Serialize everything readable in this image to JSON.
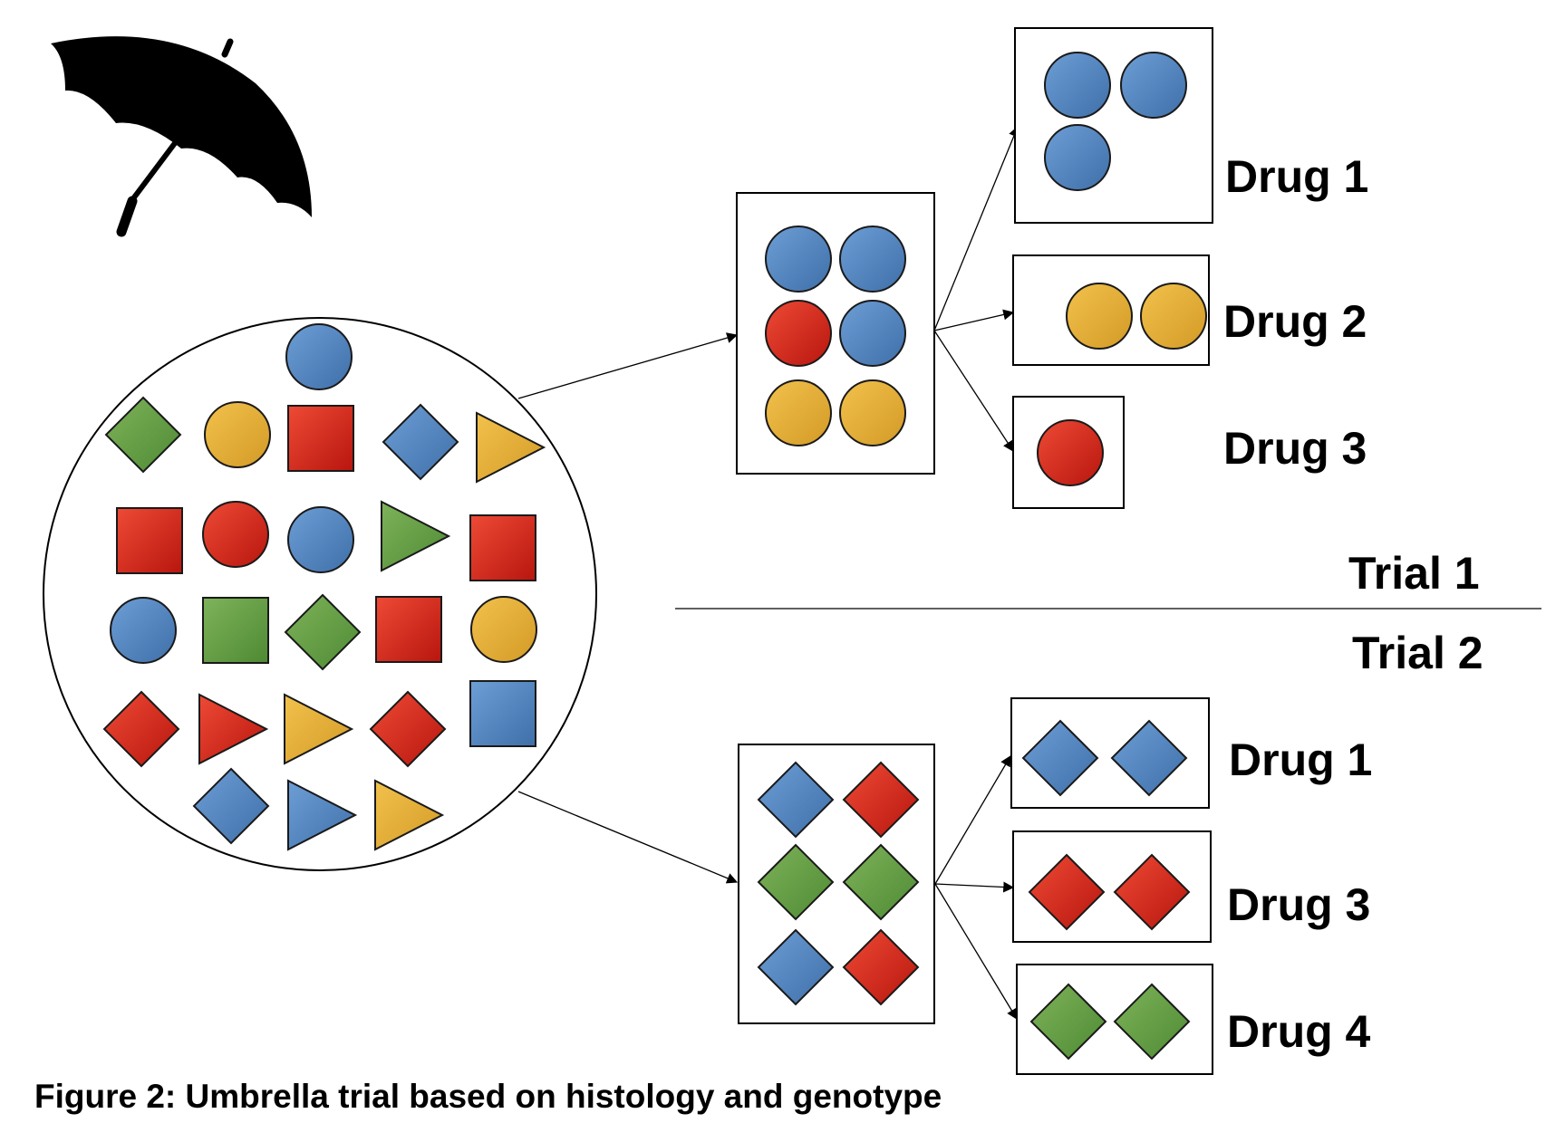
{
  "caption": "Figure 2: Umbrella trial based on histology and genotype",
  "colors": {
    "blue": [
      "#6e9ed6",
      "#3f6fa8"
    ],
    "red": [
      "#ee4a36",
      "#b8160e"
    ],
    "yellow": [
      "#f2c24c",
      "#d39a26"
    ],
    "green": [
      "#7eb35a",
      "#4e8a33"
    ]
  },
  "icons": {
    "umbrella": "umbrella-icon"
  },
  "trial1": {
    "label": "Trial 1",
    "pool": [
      "blue-circle",
      "blue-circle",
      "red-circle",
      "blue-circle",
      "yellow-circle",
      "yellow-circle"
    ],
    "arms": [
      {
        "label": "Drug 1",
        "shapes": [
          "blue-circle",
          "blue-circle",
          "blue-circle"
        ]
      },
      {
        "label": "Drug 2",
        "shapes": [
          "yellow-circle",
          "yellow-circle"
        ]
      },
      {
        "label": "Drug 3",
        "shapes": [
          "red-circle"
        ]
      }
    ]
  },
  "trial2": {
    "label": "Trial 2",
    "pool": [
      "blue-diamond",
      "red-diamond",
      "green-diamond",
      "green-diamond",
      "blue-diamond",
      "red-diamond"
    ],
    "arms": [
      {
        "label": "Drug 1",
        "shapes": [
          "blue-diamond",
          "blue-diamond"
        ]
      },
      {
        "label": "Drug 3",
        "shapes": [
          "red-diamond",
          "red-diamond"
        ]
      },
      {
        "label": "Drug 4",
        "shapes": [
          "green-diamond",
          "green-diamond"
        ]
      }
    ]
  },
  "population": [
    "blue-circle",
    "green-diamond",
    "yellow-circle",
    "red-square",
    "blue-diamond",
    "yellow-triangle",
    "red-square",
    "red-circle",
    "blue-circle",
    "green-triangle",
    "red-square",
    "blue-circle",
    "green-square",
    "green-diamond",
    "red-square",
    "yellow-circle",
    "red-diamond",
    "red-triangle",
    "yellow-triangle",
    "red-diamond",
    "blue-square",
    "blue-diamond",
    "blue-triangle",
    "yellow-triangle"
  ]
}
